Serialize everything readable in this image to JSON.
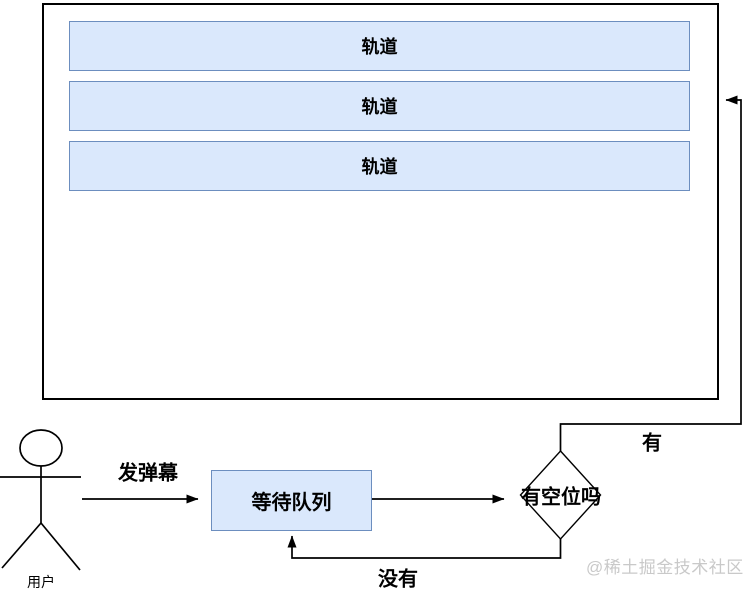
{
  "screen": {
    "tracks": {
      "items": [
        {
          "label": "轨道"
        },
        {
          "label": "轨道"
        },
        {
          "label": "轨道"
        }
      ]
    }
  },
  "flow": {
    "actor": {
      "label": "用户"
    },
    "send_label": "发弹幕",
    "queue": {
      "label": "等待队列"
    },
    "decision": {
      "label": "有空位吗"
    },
    "yes_label": "有",
    "no_label": "没有"
  },
  "watermark": {
    "text": "@稀土掘金技术社区"
  },
  "colors": {
    "track_fill": "#dae8fc",
    "track_border": "#6c8ebf",
    "node_fill": "#dae8fc",
    "node_border": "#6c8ebf",
    "stroke": "#000000",
    "watermark_text": "#c9c9c9",
    "background": "#ffffff"
  }
}
